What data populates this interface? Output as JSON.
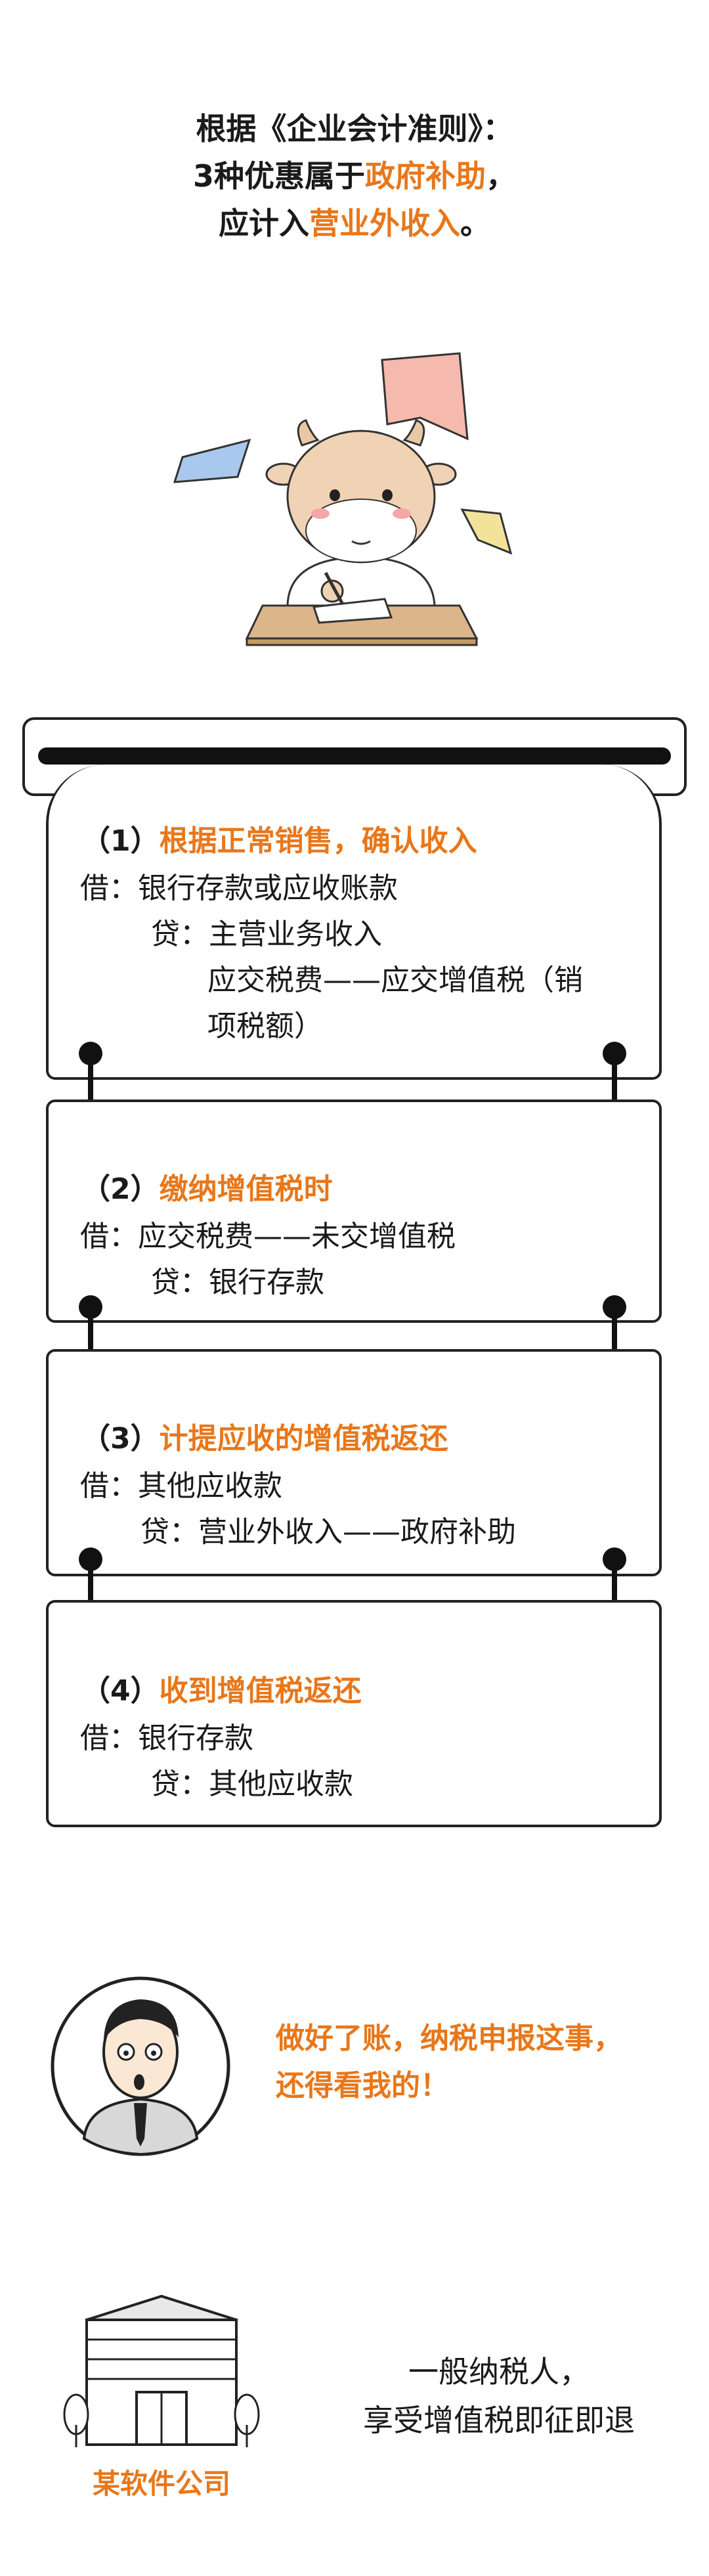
{
  "intro": {
    "line1": "根据《企业会计准则》：",
    "line2_prefix": "3种优惠属于",
    "line2_highlight": "政府补助",
    "line2_suffix": "，",
    "line3_prefix": "应计入",
    "line3_highlight": "营业外收入",
    "line3_suffix": "。"
  },
  "cards": [
    {
      "number": "（1）",
      "title": "根据正常销售，确认收入",
      "lines": [
        "借：银行存款或应收账款",
        "贷：主营业务收入",
        "应交税费——应交增值税（销",
        "项税额）"
      ]
    },
    {
      "number": "（2）",
      "title": "缴纳增值税时",
      "lines": [
        "借：应交税费——未交增值税",
        "贷：银行存款"
      ]
    },
    {
      "number": "（3）",
      "title": "计提应收的增值税返还",
      "lines": [
        "借：其他应收款",
        "贷：营业外收入——政府补助"
      ]
    },
    {
      "number": "（4）",
      "title": "收到增值税返还",
      "lines": [
        "借：银行存款",
        "贷：其他应收款"
      ]
    }
  ],
  "speech": {
    "line1": "做好了账，纳税申报这事，",
    "line2": "还得看我的！"
  },
  "company": {
    "label": "某软件公司",
    "line1": "一般纳税人，",
    "line2": "享受增值税即征即退"
  },
  "colors": {
    "accent": "#e8771a",
    "ink": "#1a1a1a"
  }
}
